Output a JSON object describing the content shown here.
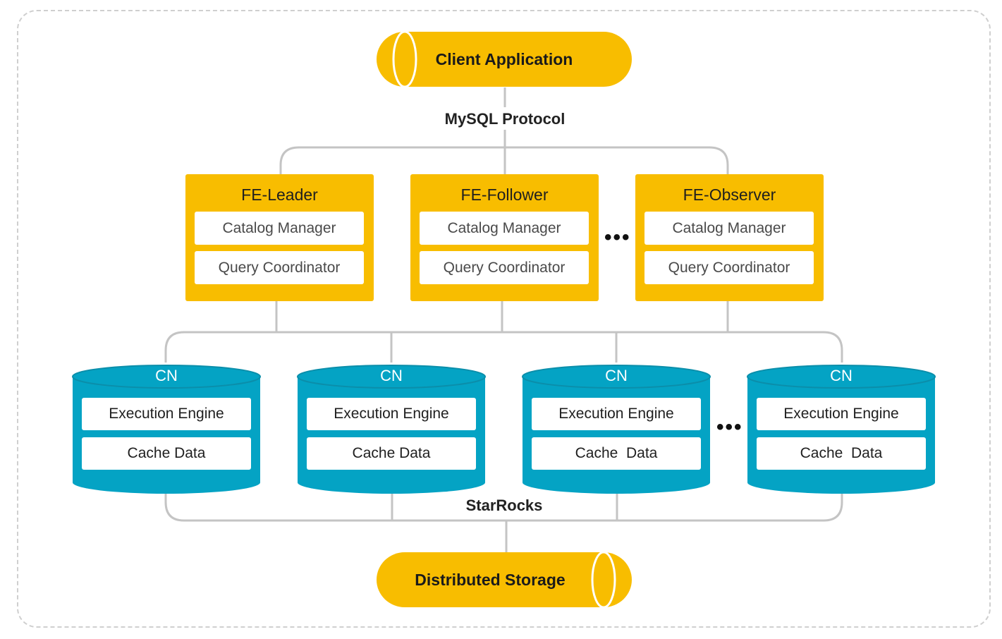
{
  "client": {
    "label": "Client Application"
  },
  "protocol": {
    "label": "MySQL Protocol"
  },
  "frontends": [
    {
      "title": "FE-Leader",
      "items": [
        "Catalog Manager",
        "Query Coordinator"
      ]
    },
    {
      "title": "FE-Follower",
      "items": [
        "Catalog Manager",
        "Query Coordinator"
      ]
    },
    {
      "title": "FE-Observer",
      "items": [
        "Catalog Manager",
        "Query Coordinator"
      ]
    }
  ],
  "fe_ellipsis": "•••",
  "compute_nodes": [
    {
      "title": "CN",
      "items": [
        "Execution Engine",
        "Cache Data"
      ]
    },
    {
      "title": "CN",
      "items": [
        "Execution Engine",
        "Cache Data"
      ]
    },
    {
      "title": "CN",
      "items": [
        "Execution Engine",
        "Cache  Data"
      ]
    },
    {
      "title": "CN",
      "items": [
        "Execution Engine",
        "Cache  Data"
      ]
    }
  ],
  "cn_ellipsis": "•••",
  "cluster": {
    "label": "StarRocks"
  },
  "storage": {
    "label": "Distributed Storage"
  },
  "colors": {
    "fe_fill": "#f8bd00",
    "cn_fill": "#04a3c4",
    "cn_rim": "#0b8eaa",
    "connector": "#c4c4c4",
    "frame_border": "#cfcfcf"
  }
}
